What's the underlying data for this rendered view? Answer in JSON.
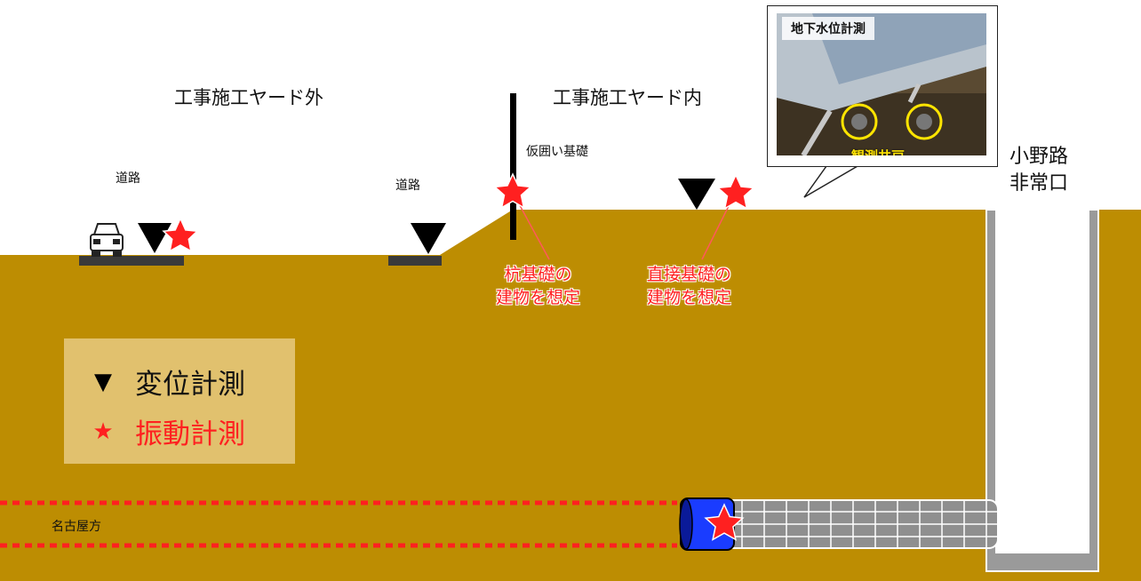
{
  "zones": {
    "outside_yard": "工事施工ヤード外",
    "inside_yard": "工事施工ヤード内"
  },
  "roads": {
    "road_left": "道路",
    "road_right": "道路"
  },
  "temporary_fence": "仮囲い基礎",
  "pile_note": [
    "杭基礎の",
    "建物を想定"
  ],
  "direct_note": [
    "直接基礎の",
    "建物を想定"
  ],
  "exit_label": [
    "小野路",
    "非常口"
  ],
  "nagoya_label": "名古屋方",
  "legend": {
    "displacement": {
      "symbol": "▼",
      "label": "変位計測"
    },
    "vibration": {
      "symbol": "★",
      "label": "振動計測"
    }
  },
  "photo": {
    "title": "地下水位計測",
    "caption": "観測井戸"
  },
  "colors": {
    "ground": "#bd8d02",
    "marker_red": "#ff2020",
    "marker_black": "#000000",
    "tunnel_gray": "#8f8f8f",
    "shield_blue": "#1a3cff",
    "highlight_yellow": "#ffe400"
  }
}
